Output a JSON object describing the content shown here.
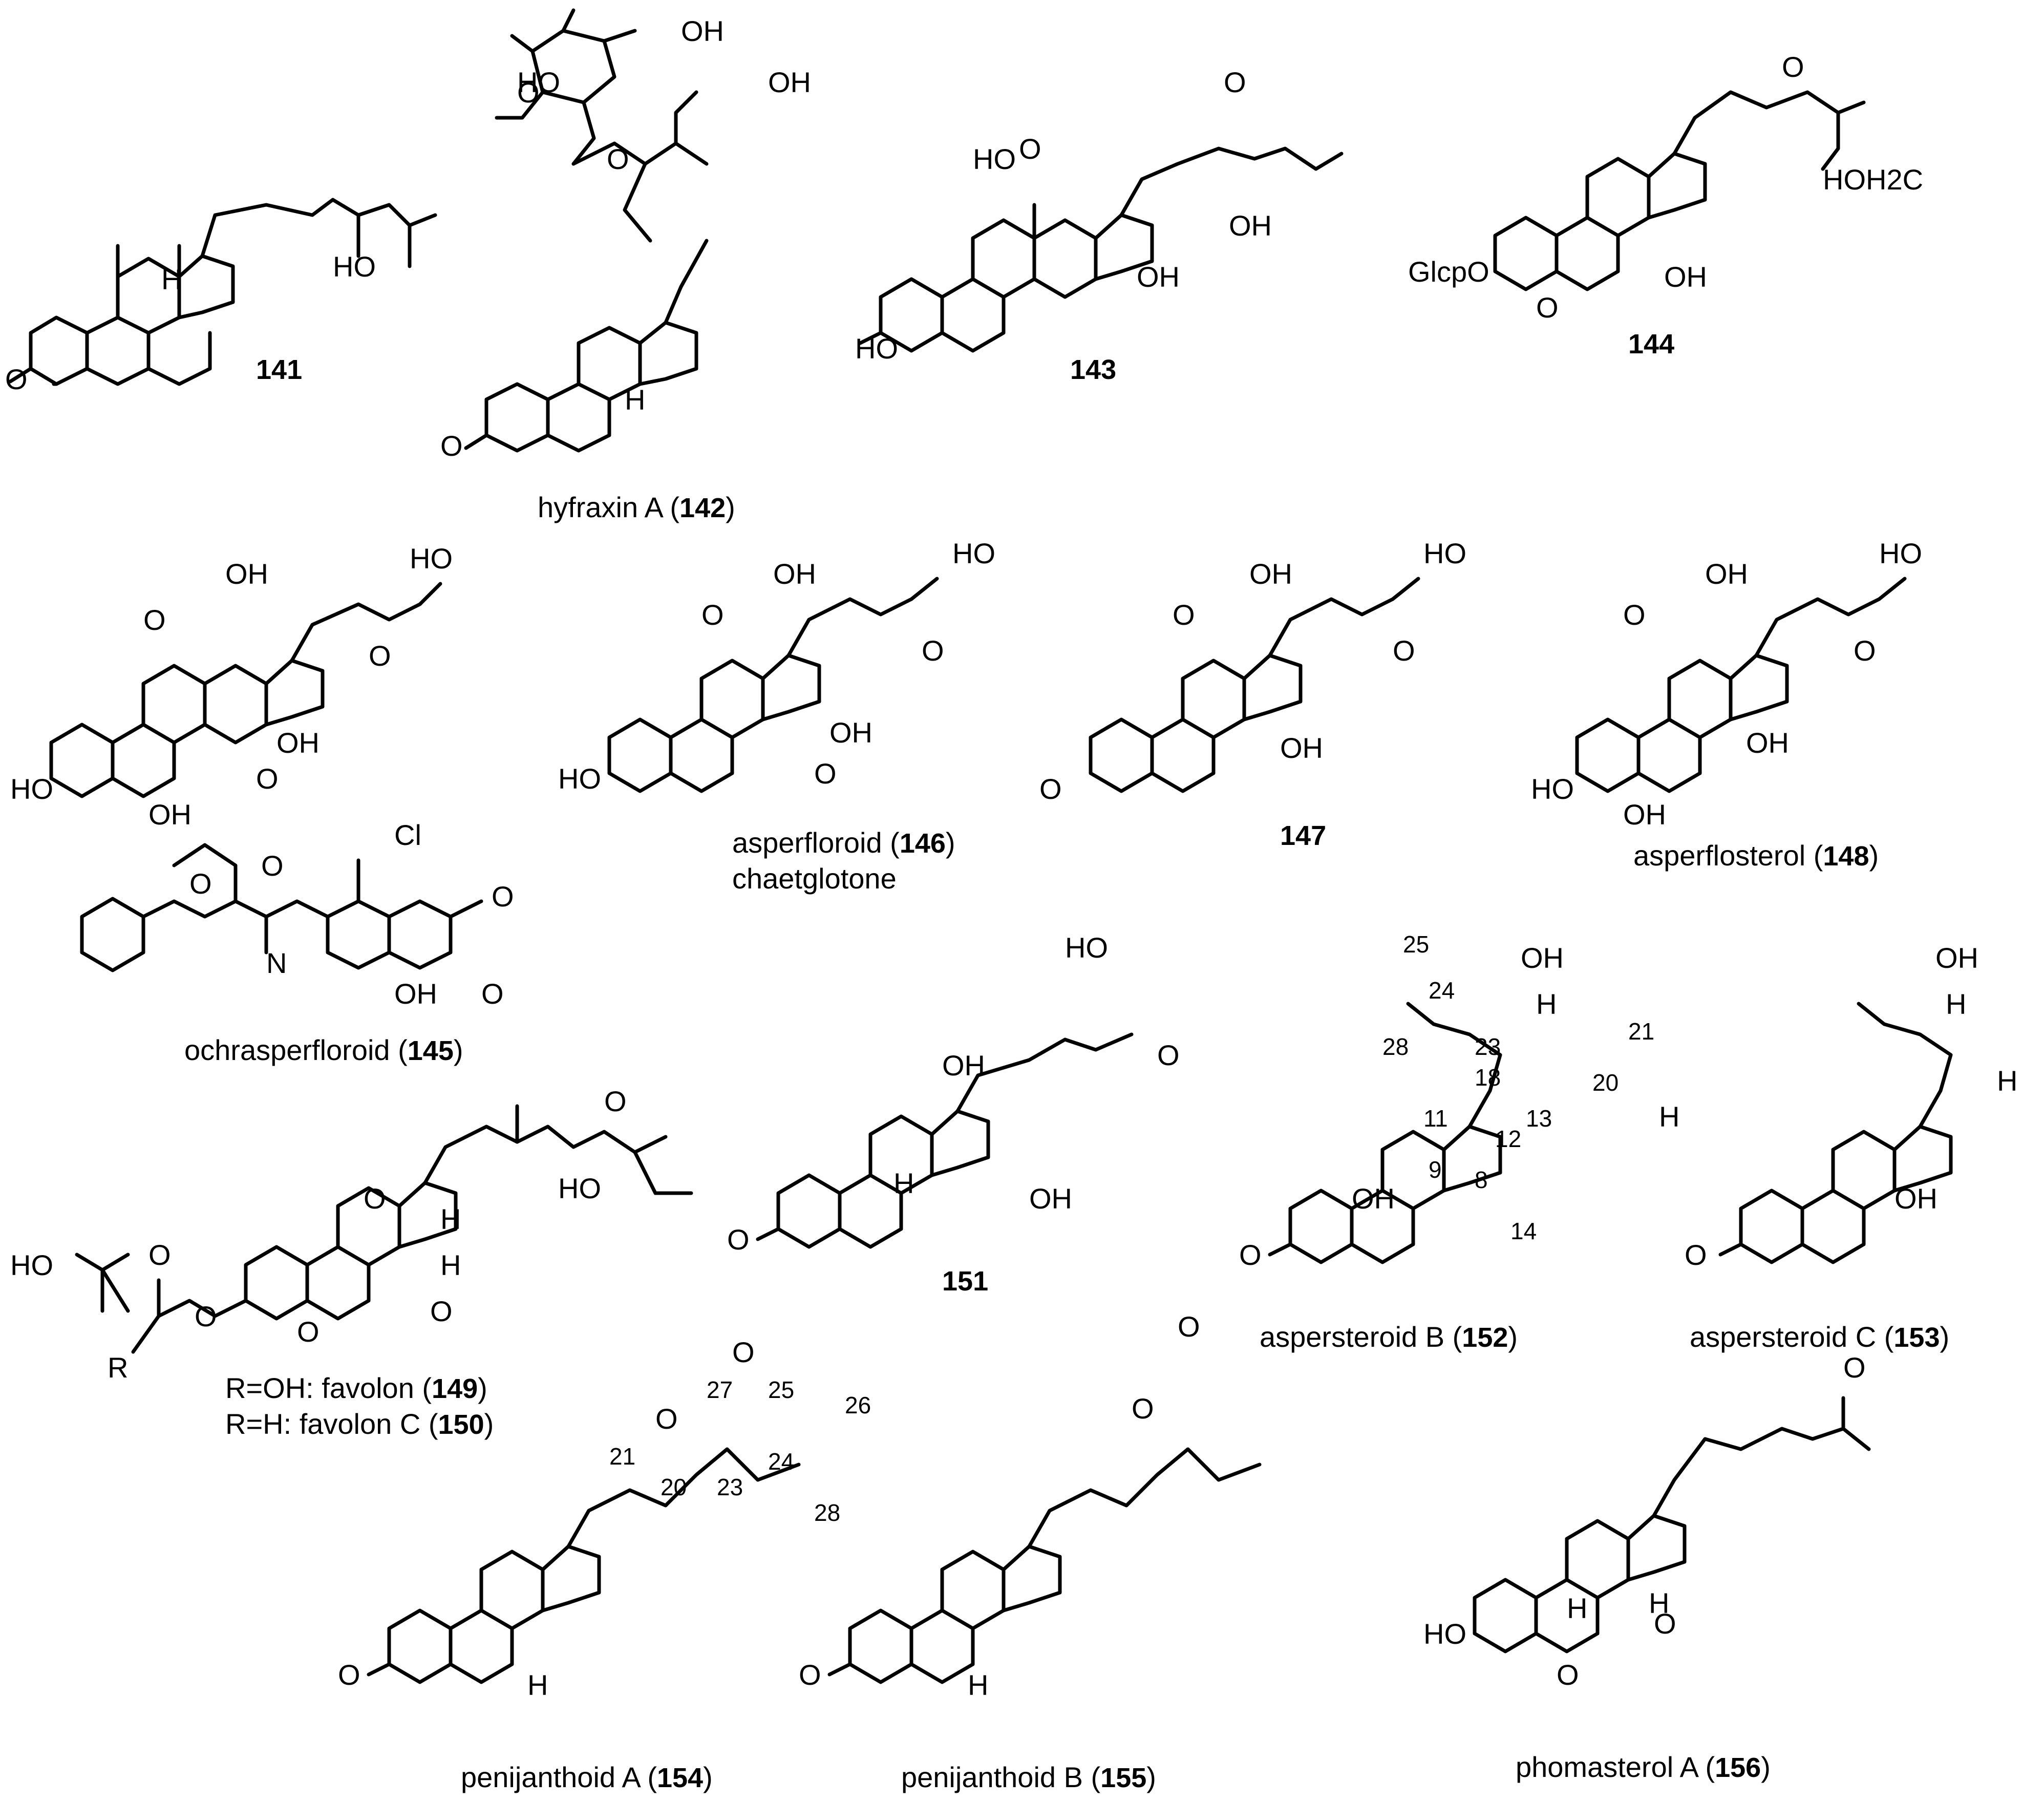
{
  "compounds": [
    {
      "id": "141",
      "name": "",
      "bold": "141",
      "tail": ""
    },
    {
      "id": "142",
      "name": "hyfraxin A (",
      "bold": "142",
      "tail": ")"
    },
    {
      "id": "143",
      "name": "",
      "bold": "143",
      "tail": ""
    },
    {
      "id": "144",
      "name": "",
      "bold": "144",
      "tail": ""
    },
    {
      "id": "145",
      "name": "ochrasperfloroid (",
      "bold": "145",
      "tail": ")"
    },
    {
      "id": "146",
      "name": "asperfloroid (",
      "bold": "146",
      "tail": ")",
      "alt_name": "chaetglotone"
    },
    {
      "id": "147",
      "name": "",
      "bold": "147",
      "tail": ""
    },
    {
      "id": "148",
      "name": "asperflosterol (",
      "bold": "148",
      "tail": ")"
    },
    {
      "id": "149",
      "name": "R=OH: favolon (",
      "bold": "149",
      "tail": ")"
    },
    {
      "id": "150",
      "name": "R=H: favolon C (",
      "bold": "150",
      "tail": ")"
    },
    {
      "id": "151",
      "name": "",
      "bold": "151",
      "tail": ""
    },
    {
      "id": "152",
      "name": "aspersteroid B (",
      "bold": "152",
      "tail": ")"
    },
    {
      "id": "153",
      "name": "aspersteroid C (",
      "bold": "153",
      "tail": ")"
    },
    {
      "id": "154",
      "name": "penijanthoid A (",
      "bold": "154",
      "tail": ")"
    },
    {
      "id": "155",
      "name": "penijanthoid B (",
      "bold": "155",
      "tail": ")"
    },
    {
      "id": "156",
      "name": "phomasterol A (",
      "bold": "156",
      "tail": ")"
    }
  ],
  "atom_labels": {
    "O": "O",
    "HO": "HO",
    "OH": "OH",
    "H": "H",
    "Cl": "Cl",
    "NH": "N",
    "Hsub": "H",
    "R": "R",
    "GlcpO": "GlcpO",
    "HOH2C": "HOH2C"
  },
  "numbering": {
    "c152": [
      "25",
      "24",
      "28",
      "23",
      "21",
      "20",
      "18",
      "13",
      "12",
      "11",
      "9",
      "8",
      "14"
    ],
    "c154": [
      "27",
      "25",
      "26",
      "24",
      "23",
      "28",
      "21",
      "20"
    ]
  }
}
